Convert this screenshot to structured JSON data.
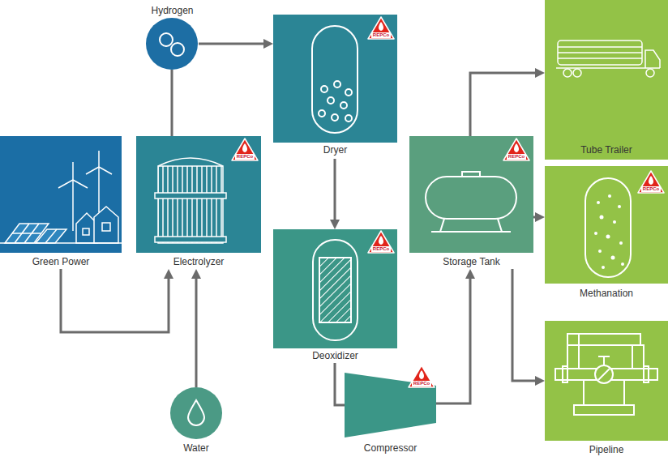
{
  "diagram": {
    "nodes": [
      {
        "text": [
          "Green Power"
        ]
      },
      {
        "text": [
          "Electrolyzer"
        ]
      },
      {
        "text": [
          "Hydrogen"
        ]
      },
      {
        "text": [
          "Water"
        ]
      },
      {
        "text": [
          "Dryer"
        ]
      },
      {
        "text": [
          "Deoxidizer"
        ]
      },
      {
        "text": [
          "Compressor"
        ]
      },
      {
        "text": [
          "Storage Tank"
        ]
      },
      {
        "text": [
          "Tube Trailer"
        ]
      },
      {
        "text": [
          "Methanation"
        ]
      },
      {
        "text": [
          "Pipeline"
        ]
      }
    ],
    "edges": [
      {
        "from": 0,
        "to": 1,
        "arrow": "to"
      },
      {
        "from": 3,
        "to": 1,
        "arrow": "to"
      },
      {
        "from": 1,
        "to": 2,
        "arrow": "none"
      },
      {
        "from": 2,
        "to": 4,
        "arrow": "to"
      },
      {
        "from": 4,
        "to": 5,
        "arrow": "to"
      },
      {
        "from": 5,
        "to": 6,
        "arrow": "none"
      },
      {
        "from": 6,
        "to": 7,
        "arrow": "to"
      },
      {
        "from": 7,
        "to": 8,
        "arrow": "to"
      },
      {
        "from": 7,
        "to": 9,
        "arrow": "to"
      },
      {
        "from": 7,
        "to": 10,
        "arrow": "to"
      }
    ],
    "labels": [
      "REPCo",
      "REPCo",
      "REPCo",
      "REPCo",
      "REPCo",
      "REPCo"
    ]
  }
}
